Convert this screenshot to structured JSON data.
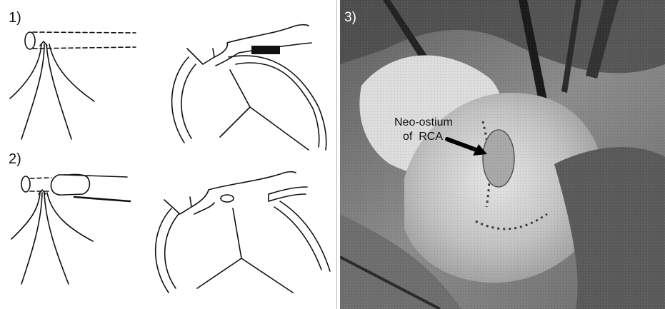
{
  "panels": {
    "step1_label": "1)",
    "step2_label": "2)",
    "step3_label": "3)"
  },
  "photo": {
    "annotation_line1": "Neo-ostium",
    "annotation_line2": "of  RCA"
  }
}
